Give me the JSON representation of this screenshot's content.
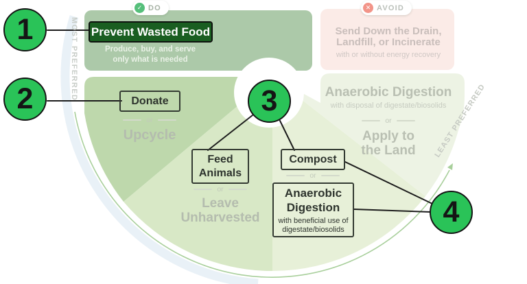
{
  "colors": {
    "marker_green": "#2AC358",
    "tier_prevent_bg": "#ACC9A9",
    "prevent_box_bg": "#1A5E21",
    "avoid_tier_bg": "#FBEBE7",
    "wedge_upcycle": "#BED8AC",
    "wedge_leave": "#D8E8C6",
    "wedge_compost": "#E7F0D8",
    "wedge_apply": "#EDF3E4",
    "donate_box_bg": "#7FC154",
    "feed_box_bg": "#88C663",
    "compost_box_bg": "#C1DE9D",
    "ad_box_bg": "#C7E2A5",
    "do_icon_green": "#55BF7A",
    "avoid_icon_red": "#F29488",
    "arrow_green": "#A8CF9B",
    "scale_band_blue": "#E9F1F7"
  },
  "badges": {
    "do_label": "DO",
    "avoid_label": "AVOID"
  },
  "icons": {
    "do_check": "✓",
    "avoid_x": "✕"
  },
  "scale": {
    "most": "MOST PREFERRED",
    "least": "LEAST PREFERRED"
  },
  "or_label": "or",
  "markers": {
    "m1": "1",
    "m2": "2",
    "m3": "3",
    "m4": "4"
  },
  "prevent": {
    "title": "Prevent Wasted Food",
    "sub1": "Produce, buy, and serve",
    "sub2": "only what is needed"
  },
  "donate_tier": {
    "donate": "Donate",
    "upcycle": "Upcycle"
  },
  "feed_tier": {
    "feed1": "Feed",
    "feed2": "Animals",
    "leave1": "Leave",
    "leave2": "Unharvested"
  },
  "compost_tier": {
    "compost": "Compost",
    "ad1": "Anaerobic",
    "ad2": "Digestion",
    "ad_sub1": "with beneficial use of",
    "ad_sub2": "digestate/biosolids"
  },
  "apply_tier": {
    "ad_title": "Anaerobic Digestion",
    "ad_sub": "with disposal of digestate/biosolids",
    "apply1": "Apply to",
    "apply2": "the Land"
  },
  "avoid_tier": {
    "title1": "Send Down the Drain,",
    "title2": "Landfill, or Incinerate",
    "subtitle": "with or without energy recovery"
  }
}
